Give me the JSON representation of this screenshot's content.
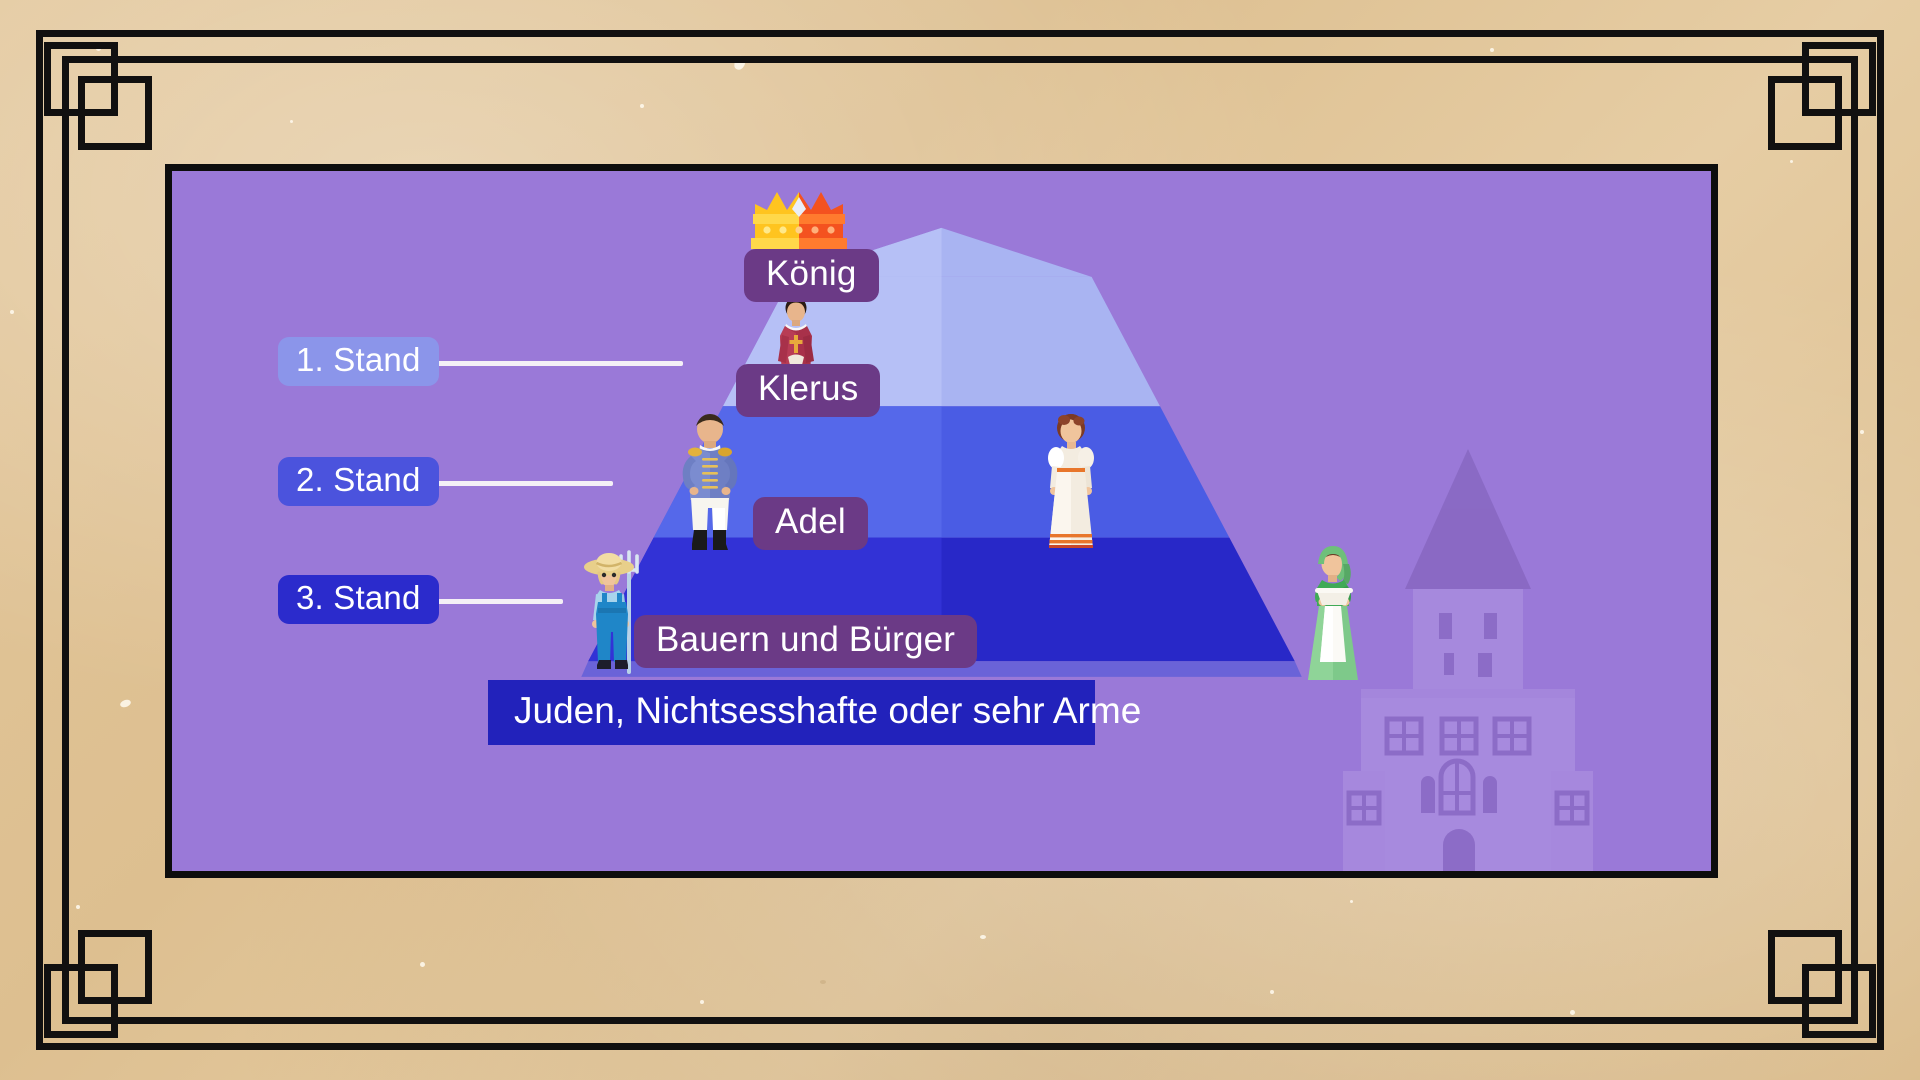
{
  "slide": {
    "panel_background": "#9a79d8",
    "border_color": "#0d0d0d"
  },
  "frame": {
    "background": "#e0c295",
    "line_color": "#111010",
    "corner_ornament": "interlocking-square-greek-key"
  },
  "pyramid": {
    "title_implied": "Staendeordnung / Gesellschaftspyramide",
    "tiers": [
      {
        "id": "koenig",
        "label": "König",
        "badge_color": "#6b3a86",
        "icon": "crown-icon",
        "rank": 1
      },
      {
        "id": "klerus",
        "label": "Klerus",
        "tier_color": "#a9b4f2",
        "badge_color": "#6b3a86",
        "estate_label": "1. Stand",
        "estate_badge_color": "#8b95ea",
        "figures": [
          "clergyman-figure"
        ],
        "rank": 2
      },
      {
        "id": "adel",
        "label": "Adel",
        "tier_color": "#4a5ce4",
        "badge_color": "#6b3a86",
        "estate_label": "2. Stand",
        "estate_badge_color": "#4b53dd",
        "figures": [
          "nobleman-figure",
          "noblewoman-figure"
        ],
        "rank": 3
      },
      {
        "id": "bauern-buerger",
        "label": "Bauern und Bürger",
        "tier_color": "#2828c8",
        "badge_color": "#6b3a86",
        "estate_label": "3. Stand",
        "estate_badge_color": "#2b2bcc",
        "figures": [
          "farmer-figure",
          "townswoman-figure"
        ],
        "rank": 4
      }
    ],
    "base": {
      "label": "Juden, Nichtsesshafte oder sehr Arme",
      "color": "#2222bb"
    },
    "estate_labels": [
      {
        "label": "1. Stand",
        "color": "#8b95ea"
      },
      {
        "label": "2. Stand",
        "color": "#4b53dd"
      },
      {
        "label": "3. Stand",
        "color": "#2b2bcc"
      }
    ],
    "connector_color": "#f4f0f6"
  },
  "decor": {
    "building_name": "town-hall-building",
    "crown_colors": {
      "left": "#ffc41f",
      "right": "#f4521f",
      "gem": "#e9eef8"
    }
  }
}
